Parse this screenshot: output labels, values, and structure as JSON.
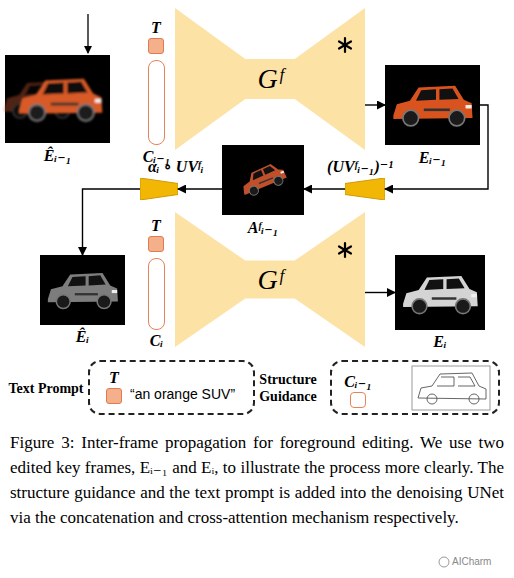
{
  "diagram": {
    "caption": "Figure 3: Inter-frame propagation for foreground editing. We use two edited key frames, Eᵢ₋₁ and Eᵢ, to illustrate the process more clearly. The structure guidance and the text prompt is added into the denoising UNet via the concatenation and cross-attention mechanism respectively.",
    "nodes": [
      {
        "text": [
          "Êᵢ₋₁"
        ]
      },
      {
        "text": [
          "T"
        ]
      },
      {
        "text": [
          "Cᵢ₋₁"
        ]
      },
      {
        "text": [
          "Gᶠ"
        ]
      },
      {
        "text": [
          "Eᵢ₋₁"
        ]
      },
      {
        "text": [
          "(UVᶠᵢ₋₁)⁻¹"
        ]
      },
      {
        "text": [
          "Aᶠᵢ₋₁"
        ]
      },
      {
        "text": [
          "αᵢ ∘ UVᶠᵢ"
        ]
      },
      {
        "text": [
          "Êᵢ"
        ]
      },
      {
        "text": [
          "T"
        ]
      },
      {
        "text": [
          "Cᵢ"
        ]
      },
      {
        "text": [
          "Gᶠ"
        ]
      },
      {
        "text": [
          "Eᵢ"
        ]
      },
      {
        "text": [
          "Text Prompt",
          "“an orange SUV”"
        ]
      },
      {
        "text": [
          "T"
        ],
        "in": 13
      },
      {
        "text": [
          "Structure Guidance"
        ]
      },
      {
        "text": [
          "Cᵢ₋₁"
        ],
        "in": 15
      }
    ],
    "edges": [
      {
        "from": 3,
        "to": 4,
        "arrow": "to"
      },
      {
        "from": 4,
        "to": 5,
        "arrow": "to"
      },
      {
        "from": 5,
        "to": 6,
        "arrow": "to"
      },
      {
        "from": 6,
        "to": 7,
        "arrow": "to"
      },
      {
        "from": 7,
        "to": 8,
        "arrow": "to"
      },
      {
        "from": 11,
        "to": 12,
        "arrow": "to"
      }
    ],
    "labels": [
      "AICharm"
    ]
  }
}
